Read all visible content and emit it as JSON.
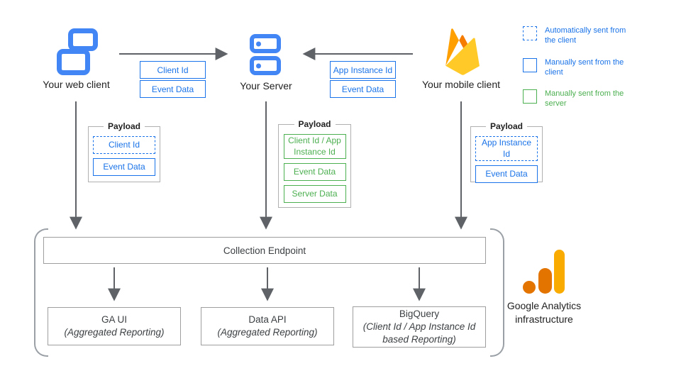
{
  "nodes": {
    "web_client": {
      "label": "Your web client"
    },
    "server": {
      "label": "Your Server"
    },
    "mobile_client": {
      "label": "Your mobile client"
    }
  },
  "flows": {
    "web_to_server": {
      "items": [
        {
          "label": "Client Id"
        },
        {
          "label": "Event Data"
        }
      ]
    },
    "mobile_to_server": {
      "items": [
        {
          "label": "App Instance Id"
        },
        {
          "label": "Event Data"
        }
      ]
    }
  },
  "legend": {
    "items": [
      {
        "label": "Automatically sent from the client",
        "style": "dashed-blue"
      },
      {
        "label": "Manually sent from the client",
        "style": "solid-blue"
      },
      {
        "label": "Manually sent from the server",
        "style": "solid-green"
      }
    ]
  },
  "payloads": {
    "web": {
      "title": "Payload",
      "items": [
        {
          "label": "Client Id",
          "style": "dashed-blue"
        },
        {
          "label": "Event Data",
          "style": "solid-blue"
        }
      ]
    },
    "server": {
      "title": "Payload",
      "items": [
        {
          "label": "Client Id / App Instance Id",
          "style": "solid-green"
        },
        {
          "label": "Event Data",
          "style": "solid-green"
        },
        {
          "label": "Server Data",
          "style": "solid-green"
        }
      ]
    },
    "mobile": {
      "title": "Payload",
      "items": [
        {
          "label": "App Instance Id",
          "style": "dashed-blue"
        },
        {
          "label": "Event Data",
          "style": "solid-blue"
        }
      ]
    }
  },
  "infrastructure": {
    "collection_endpoint": "Collection Endpoint",
    "outputs": [
      {
        "title": "GA UI",
        "subtitle": "(Aggregated Reporting)"
      },
      {
        "title": "Data API",
        "subtitle": "(Aggregated Reporting)"
      },
      {
        "title": "BigQuery",
        "subtitle": "(Client Id / App Instance Id based Reporting)"
      }
    ],
    "caption": "Google Analytics infrastructure"
  },
  "icons": {
    "web_client": "web-client-windows-icon",
    "server": "server-stack-icon",
    "mobile_client": "firebase-flame-icon",
    "infrastructure": "google-analytics-logo-icon"
  },
  "colors": {
    "box_blue": "#1a73e8",
    "icon_blue": "#4285f4",
    "green": "#4caf50",
    "arrow_gray": "#5f6368",
    "border_gray": "#9e9e9e",
    "firebase_amber": "#ffa000",
    "firebase_orange": "#f57c00",
    "firebase_yellow": "#ffca28",
    "ga_dark_orange": "#e37400",
    "ga_amber": "#f9ab00"
  }
}
